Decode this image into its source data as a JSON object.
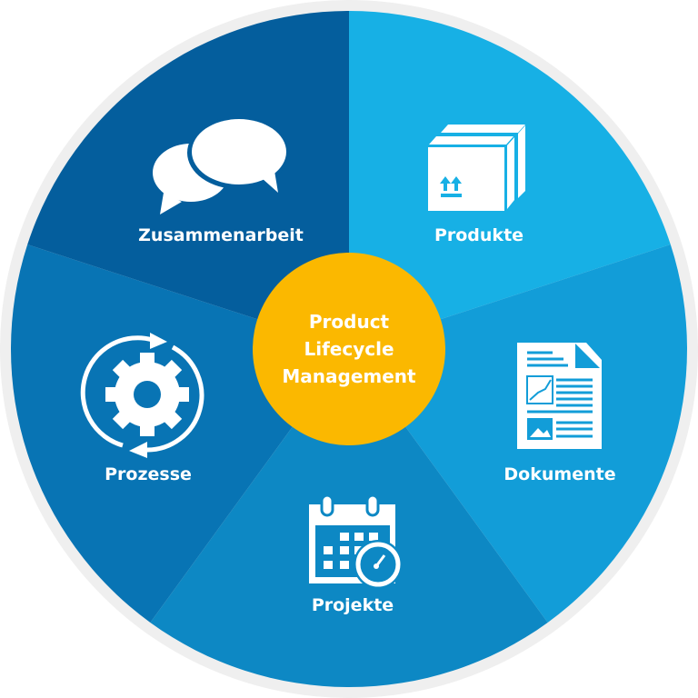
{
  "center": {
    "lines": [
      "Product",
      "Lifecycle",
      "Management"
    ],
    "color": "#FBB800"
  },
  "segments": [
    {
      "label": "Produkte",
      "icon": "box-icon",
      "color": "#17B0E5"
    },
    {
      "label": "Dokumente",
      "icon": "document-icon",
      "color": "#129DD8"
    },
    {
      "label": "Projekte",
      "icon": "calendar-clock-icon",
      "color": "#0D88C4"
    },
    {
      "label": "Prozesse",
      "icon": "gear-cycle-icon",
      "color": "#0874B4"
    },
    {
      "label": "Zusammenarbeit",
      "icon": "chat-bubbles-icon",
      "color": "#045E9D"
    }
  ],
  "ring_color": "#EFEFEF"
}
